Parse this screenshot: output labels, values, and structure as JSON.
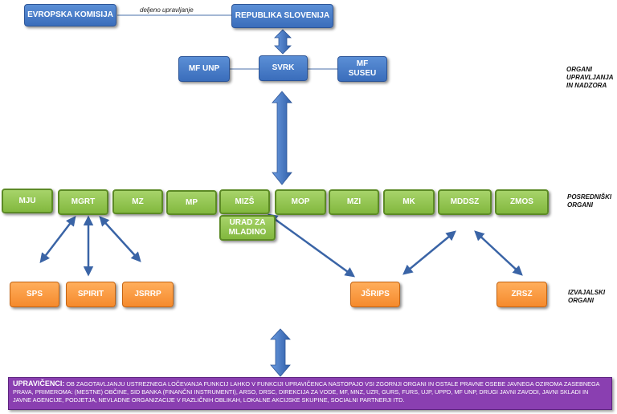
{
  "colors": {
    "blue": "#4a7dc8",
    "green": "#92c453",
    "orange": "#f79a40",
    "purple": "#8a3fb1",
    "arrow": "#3a64a6"
  },
  "top": {
    "ek": "EVROPSKA KOMISIJA",
    "rs": "REPUBLIKA SLOVENIJA",
    "shared_label": "deljeno upravljanje"
  },
  "management": {
    "mf_unp": "MF UNP",
    "svrk": "SVRK",
    "mf_suseu_line1": "MF",
    "mf_suseu_line2": "SUSEU",
    "label_line1": "ORGANI",
    "label_line2": "UPRAVLJANJA",
    "label_line3": "IN NADZORA"
  },
  "intermediate": {
    "bodies": [
      "MJU",
      "MGRT",
      "MZ",
      "MP",
      "MIZŠ",
      "MOP",
      "MZI",
      "MK",
      "MDDSZ",
      "ZMOS"
    ],
    "urad_line1": "URAD ZA",
    "urad_line2": "MLADINO",
    "label_line1": "POSREDNIŠKI",
    "label_line2": "ORGANI"
  },
  "implementing": {
    "bodies": [
      "SPS",
      "SPIRIT",
      "JSRRP",
      "JŠRIPS",
      "ZRSZ"
    ],
    "label_line1": "IZVAJALSKI",
    "label_line2": "ORGANI"
  },
  "beneficiaries": {
    "lead": "UPRAVIČENCI:",
    "text": "OB ZAGOTAVLJANJU USTREZNEGA LOČEVANJA FUNKCIJ LAHKO V FUNKCIJI UPRAVIČENCA NASTOPAJO VSI ZGORNJI ORGANI IN OSTALE PRAVNE OSEBE JAVNEGA OZIROMA ZASEBNEGA PRAVA, PRIMEROMA: (MESTNE) OBČINE, SID BANKA (FINANČNI INSTRUMENTI), ARSO, DRSC, DIREKCIJA ZA VODE, MF, MNZ, UZR, GURS, FURS, UJP, UPPD, MF UNP, DRUGI JAVNI ZAVODI, JAVNI SKLADI IN JAVNE AGENCIJE, PODJETJA, NEVLADNE ORGANIZACIJE V RAZLIČNIH OBLIKAH, LOKALNE AKCIJSKE SKUPINE, SOCIALNI PARTNERJI ITD."
  }
}
